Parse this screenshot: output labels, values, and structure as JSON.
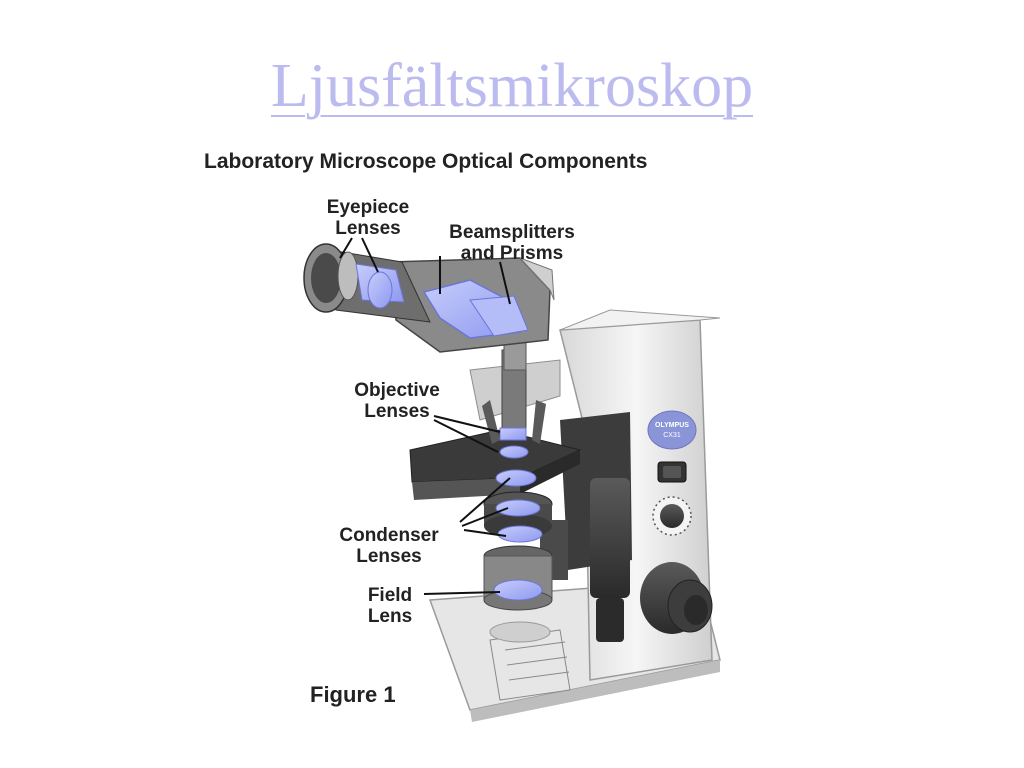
{
  "slide": {
    "title": "Ljusfältsmikroskop"
  },
  "figure": {
    "title": "Laboratory Microscope Optical Components",
    "caption": "Figure 1",
    "brand": {
      "line1": "OLYMPUS",
      "line2": "CX31"
    },
    "labels": {
      "eyepiece": {
        "line1": "Eyepiece",
        "line2": "Lenses"
      },
      "beamsplitters": {
        "line1": "Beamsplitters",
        "line2": "and Prisms"
      },
      "objective": {
        "line1": "Objective",
        "line2": "Lenses"
      },
      "condenser": {
        "line1": "Condenser",
        "line2": "Lenses"
      },
      "field": {
        "line1": "Field",
        "line2": "Lens"
      }
    }
  },
  "colors": {
    "title": "#bbbbf0",
    "lens": "#9ea8f5",
    "body": "#eeeeee",
    "dark": "#3a3a3a"
  }
}
